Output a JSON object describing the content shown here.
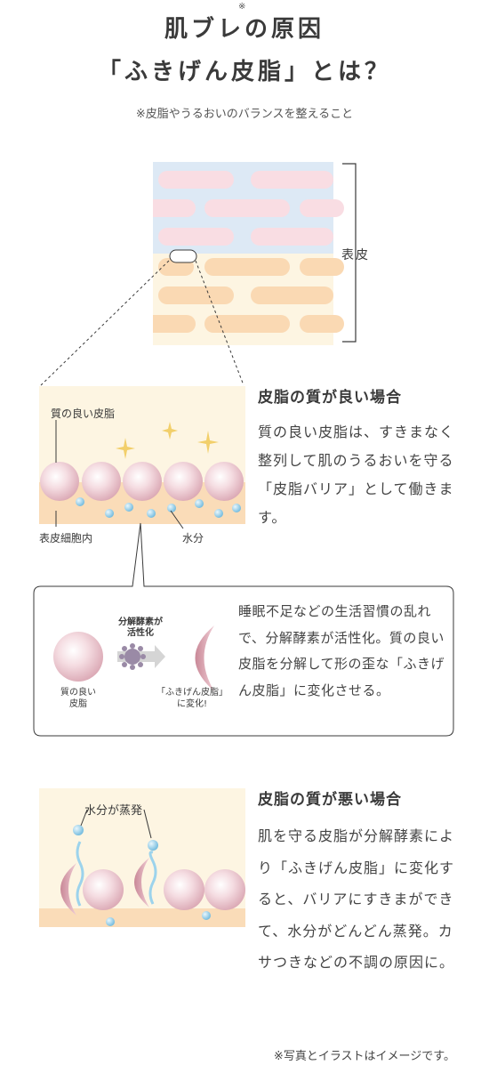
{
  "header": {
    "title_line1": "肌ブレの原因",
    "title_mark": "※",
    "title_line2": "「ふきげん皮脂」とは？",
    "note": "※皮脂やうるおいのバランスを整えること"
  },
  "skin_diagram": {
    "label": "表皮"
  },
  "good_case": {
    "heading": "皮脂の質が良い場合",
    "body": "質の良い皮脂は、すきまなく整列して肌のうるおいを守る「皮脂バリア」として働きます。",
    "label_sebum": "質の良い皮脂",
    "label_inner": "表皮細胞内",
    "label_water": "水分"
  },
  "process_box": {
    "label_good_sebum": "質の良い\n皮脂",
    "label_enzyme": "分解酵素が\n活性化",
    "label_changed": "「ふきげん皮脂」\nに変化!",
    "body": "睡眠不足などの生活習慣の乱れで、分解酵素が活性化。質の良い皮脂を分解して形の歪な「ふきげん皮脂」に変化させる。"
  },
  "bad_case": {
    "heading": "皮脂の質が悪い場合",
    "body": "肌を守る皮脂が分解酵素により「ふきげん皮脂」に変化すると、バリアにすきまができて、水分がどんどん蒸発。カサつきなどの不調の原因に。",
    "label_evap": "水分が蒸発"
  },
  "footer": {
    "note": "※写真とイラストはイメージです。"
  },
  "colors": {
    "pink_cell": "#f9dde3",
    "blue_band": "#dde9f5",
    "peach_cell": "#fad9b3",
    "cream_band": "#fdf5e2",
    "sebum_pink": "#ebc3cc",
    "water_blue": "#8ccbe6"
  }
}
